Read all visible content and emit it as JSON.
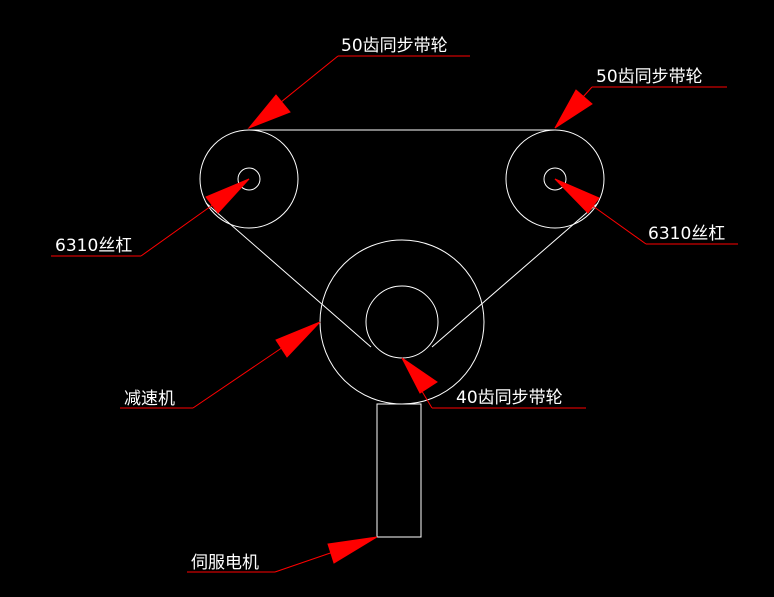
{
  "colors": {
    "background": "#000000",
    "geometry": "#ffffff",
    "leader": "#ff0000",
    "text": "#ffffff"
  },
  "labels": {
    "pulley_top_left": "50齿同步带轮",
    "pulley_top_right": "50齿同步带轮",
    "screw_left": "6310丝杠",
    "screw_right": "6310丝杠",
    "reducer": "减速机",
    "pulley_bottom": "40齿同步带轮",
    "servo_motor": "伺服电机"
  }
}
